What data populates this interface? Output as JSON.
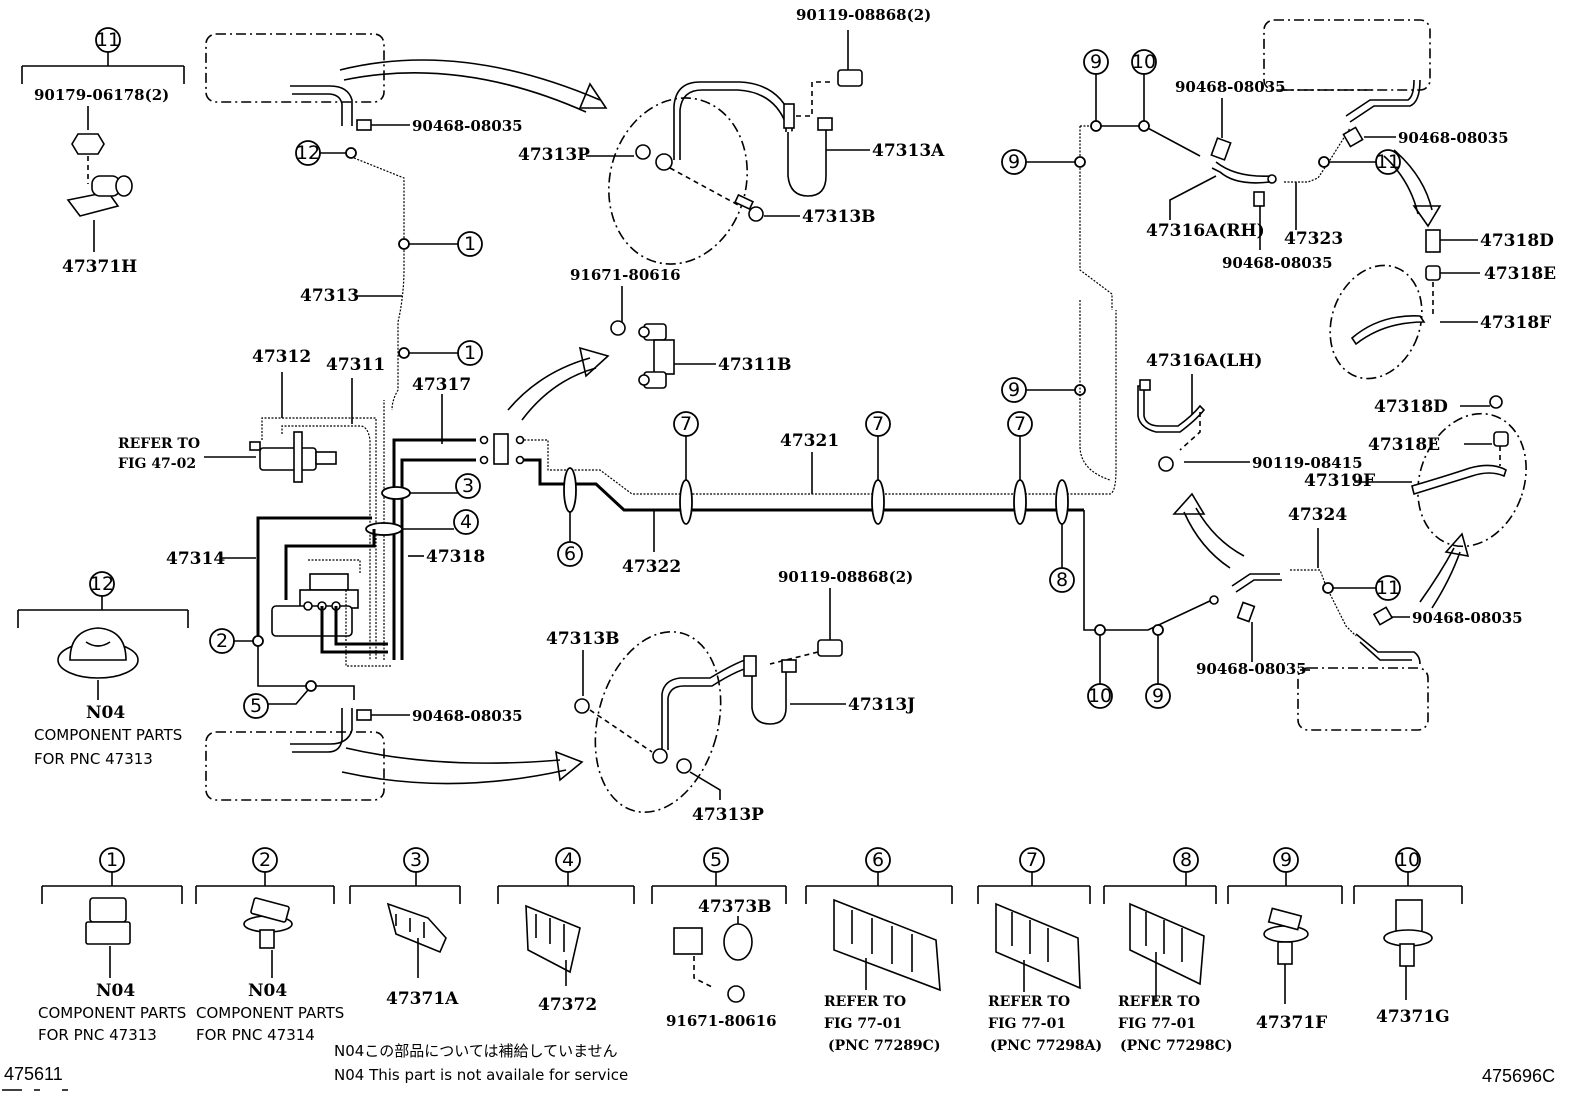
{
  "diagram": {
    "title_code_left": "475611",
    "title_code_right": "475696C",
    "note_jp": "N04この部品については補給していません",
    "note_en": "N04 This part is not availale for service",
    "callouts": {
      "c1": "1",
      "c2": "2",
      "c3": "3",
      "c4": "4",
      "c5": "5",
      "c6": "6",
      "c7": "7",
      "c8": "8",
      "c9": "9",
      "c10": "10",
      "c11": "11",
      "c12": "12"
    },
    "parts": {
      "p_90179_06178": "90179-06178(2)",
      "p_47371H": "47371H",
      "p_90468_08035_tl": "90468-08035",
      "p_47313": "47313",
      "p_47312": "47312",
      "p_47311": "47311",
      "p_47317": "47317",
      "p_47314": "47314",
      "p_47318": "47318",
      "p_90468_08035_bl": "90468-08035",
      "p_90119_08868_top": "90119-08868(2)",
      "p_47313P_top": "47313P",
      "p_47313A": "47313A",
      "p_47313B_top": "47313B",
      "p_91671_80616": "91671-80616",
      "p_47311B": "47311B",
      "p_47321": "47321",
      "p_47322": "47322",
      "p_90119_08868_bot": "90119-08868(2)",
      "p_47313B_bot": "47313B",
      "p_47313J": "47313J",
      "p_47313P_bot": "47313P",
      "p_90468_08035_tr1": "90468-08035",
      "p_90468_08035_tr2": "90468-08035",
      "p_47316A_RH": "47316A(RH)",
      "p_47323": "47323",
      "p_90468_08035_tr3": "90468-08035",
      "p_47318D_top": "47318D",
      "p_47318E_top": "47318E",
      "p_47318F": "47318F",
      "p_47316A_LH": "47316A(LH)",
      "p_90119_08415": "90119-08415",
      "p_47318D_bot": "47318D",
      "p_47318E_bot": "47318E",
      "p_47319F": "47319F",
      "p_47324": "47324",
      "p_90468_08035_br1": "90468-08035",
      "p_90468_08035_br2": "90468-08035"
    },
    "refer_fig": {
      "line1": "REFER TO",
      "line2": "FIG 47-02"
    },
    "legend_12": {
      "callout": "12",
      "code": "N04",
      "line1": "COMPONENT PARTS",
      "line2": "FOR PNC 47313"
    },
    "bottom_items": [
      {
        "callout": "1",
        "code": "N04",
        "line1": "COMPONENT PARTS",
        "line2": "FOR PNC 47313"
      },
      {
        "callout": "2",
        "code": "N04",
        "line1": "COMPONENT PARTS",
        "line2": "FOR PNC 47314"
      },
      {
        "callout": "3",
        "code": "47371A"
      },
      {
        "callout": "4",
        "code": "47372"
      },
      {
        "callout": "5",
        "code": "47373B",
        "code2": "91671-80616"
      },
      {
        "callout": "6",
        "line1": "REFER TO",
        "line2": "FIG 77-01",
        "line3": "(PNC 77289C)"
      },
      {
        "callout": "7",
        "line1": "REFER TO",
        "line2": "FIG 77-01",
        "line3": "(PNC 77298A)"
      },
      {
        "callout": "8",
        "line1": "REFER TO",
        "line2": "FIG 77-01",
        "line3": "(PNC 77298C)"
      },
      {
        "callout": "9",
        "code": "47371F"
      },
      {
        "callout": "10",
        "code": "47371G"
      }
    ]
  }
}
